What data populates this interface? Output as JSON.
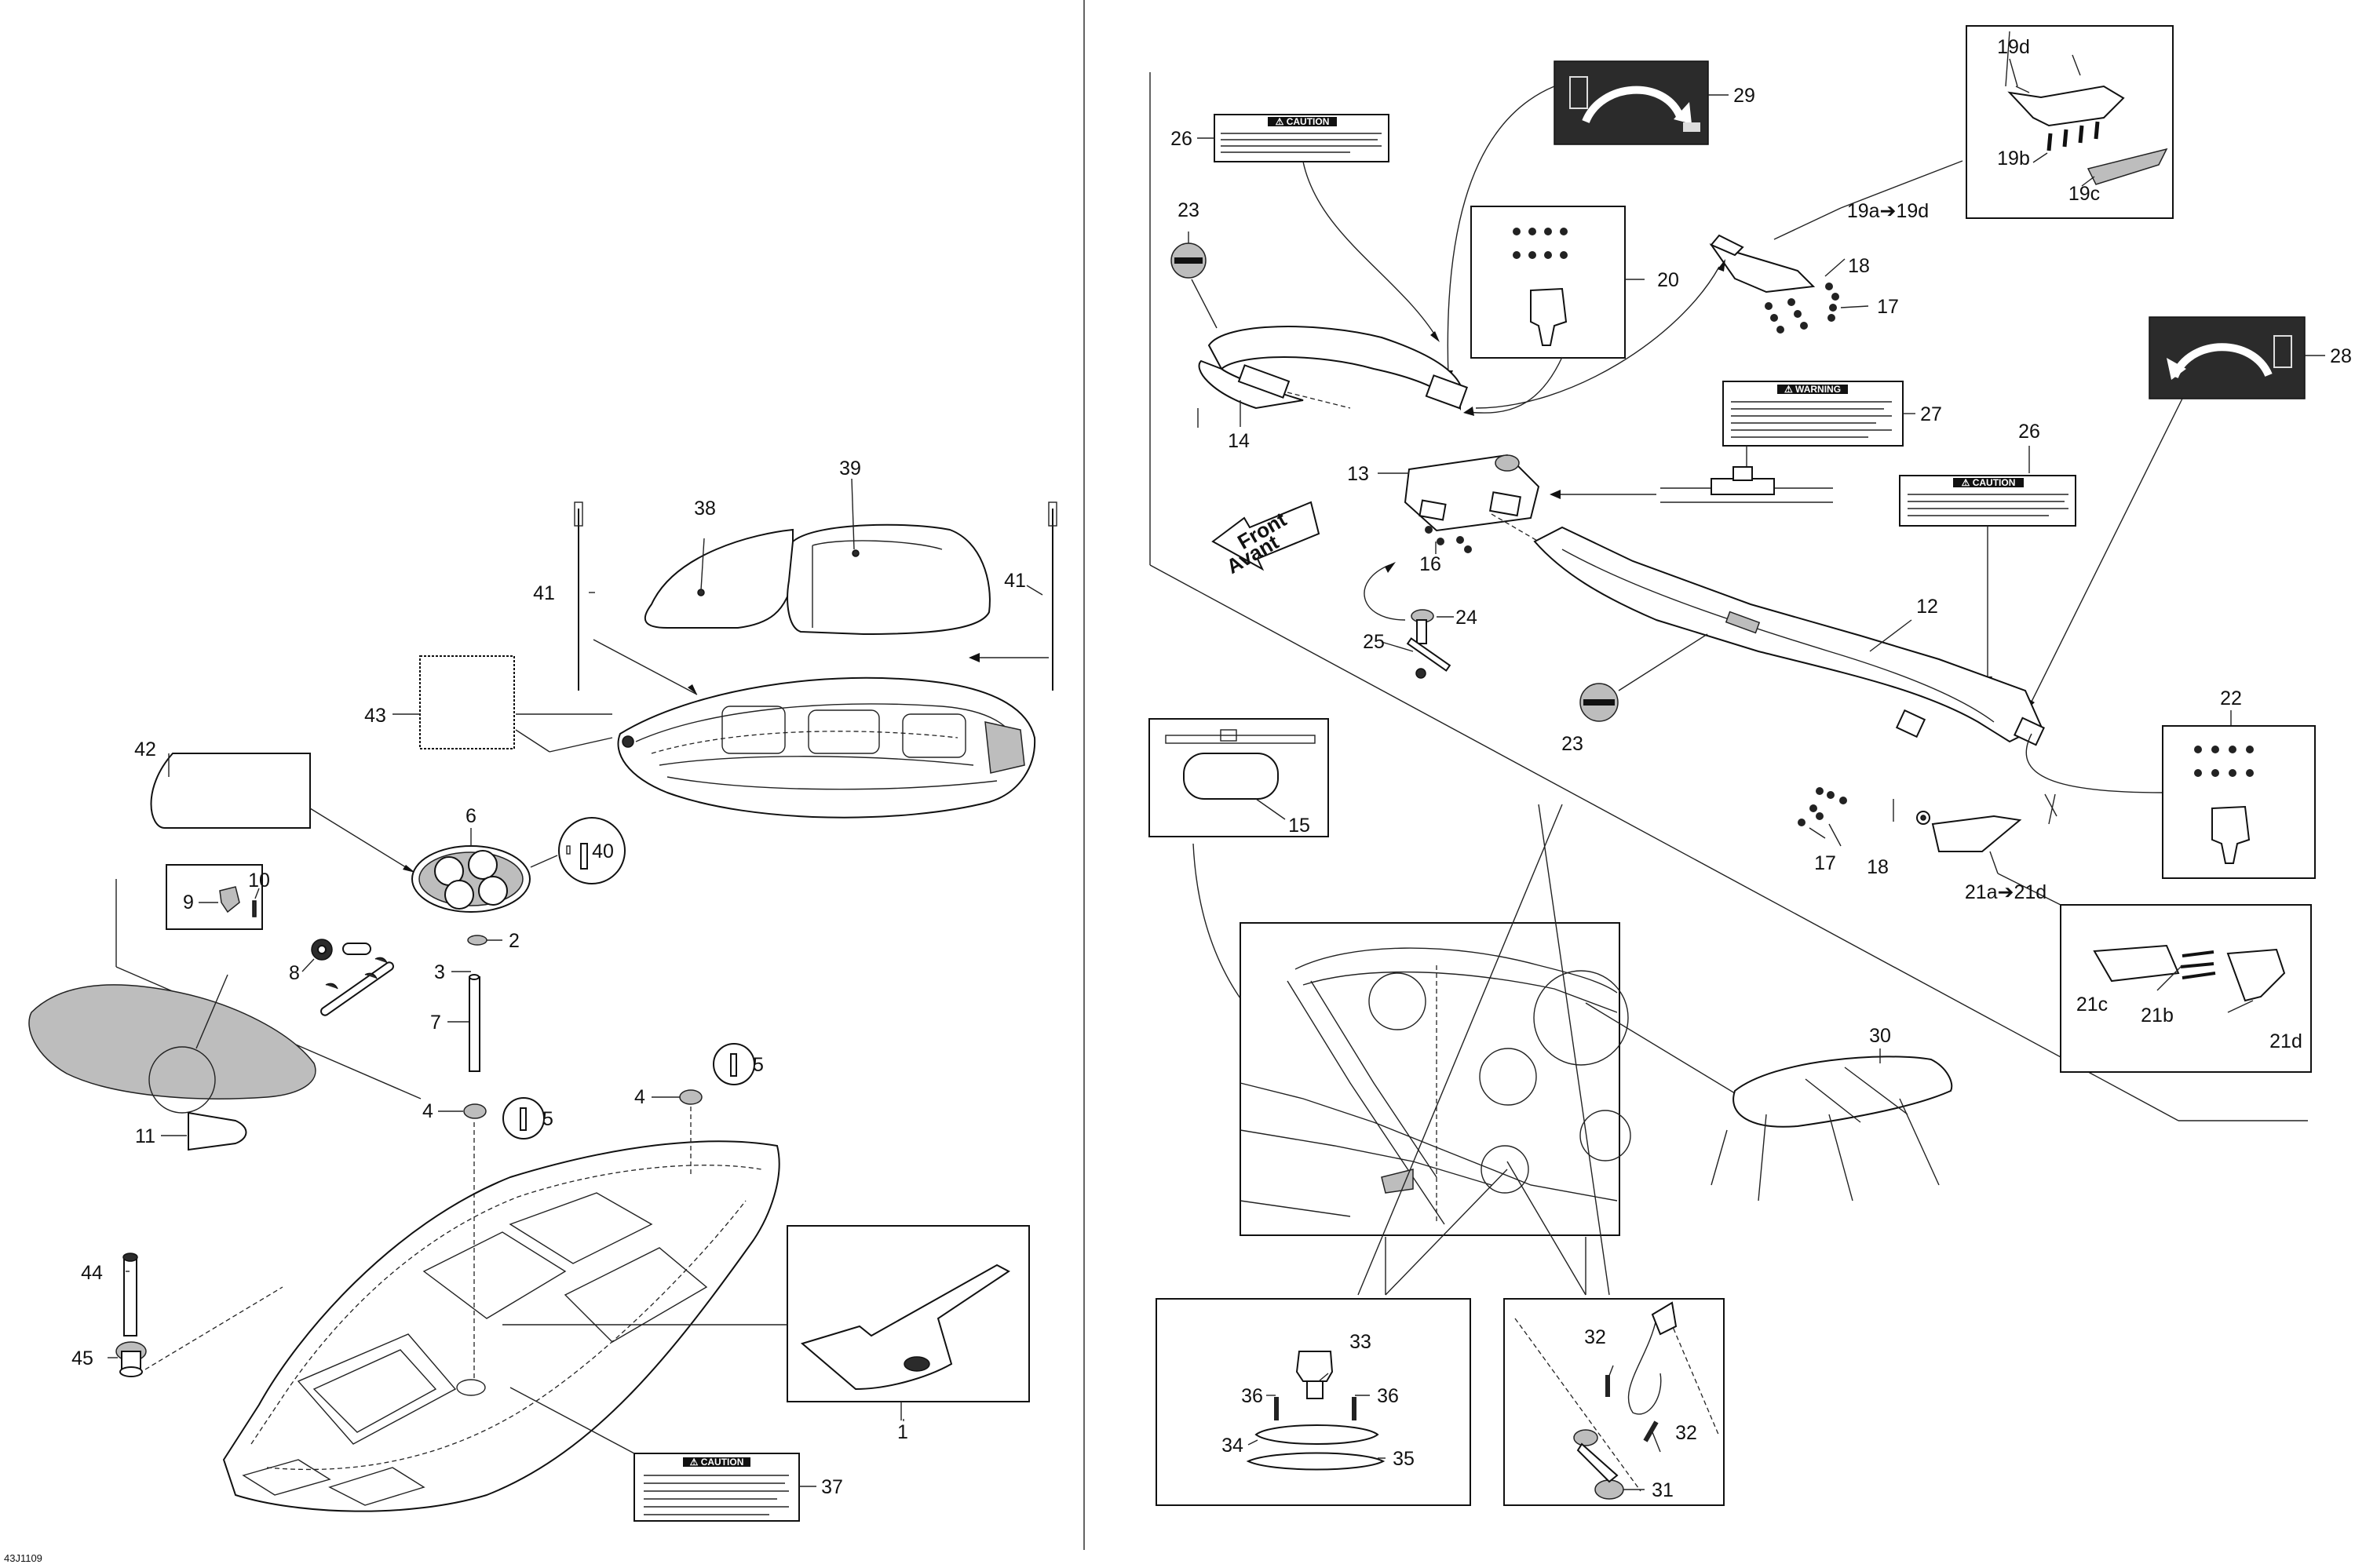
{
  "diagram_id": "43J1109",
  "callouts": {
    "c1": "1",
    "c2": "2",
    "c3": "3",
    "c4a": "4",
    "c4b": "4",
    "c5a": "5",
    "c5b": "5",
    "c6": "6",
    "c7": "7",
    "c8": "8",
    "c9": "9",
    "c10": "10",
    "c11": "11",
    "c12": "12",
    "c13": "13",
    "c14": "14",
    "c15": "15",
    "c16": "16",
    "c17a": "17",
    "c17b": "17",
    "c18a": "18",
    "c18b": "18",
    "c19": "19a➔19d",
    "c19b": "19b",
    "c19c": "19c",
    "c19d": "19d",
    "c20": "20",
    "c21": "21a➔21d",
    "c21b": "21b",
    "c21c": "21c",
    "c21d": "21d",
    "c22": "22",
    "c23a": "23",
    "c23b": "23",
    "c24": "24",
    "c25": "25",
    "c26a": "26",
    "c26b": "26",
    "c27": "27",
    "c28": "28",
    "c29": "29",
    "c30": "30",
    "c31": "31",
    "c32a": "32",
    "c32b": "32",
    "c33": "33",
    "c34": "34",
    "c35": "35",
    "c36a": "36",
    "c36b": "36",
    "c37": "37",
    "c38": "38",
    "c39": "39",
    "c40": "40",
    "c41a": "41",
    "c41b": "41",
    "c42": "42",
    "c43": "43",
    "c44": "44",
    "c45": "45"
  },
  "labels": {
    "caution": "⚠ CAUTION",
    "warning": "⚠ WARNING",
    "front_en": "Front",
    "front_fr": "Avant"
  }
}
